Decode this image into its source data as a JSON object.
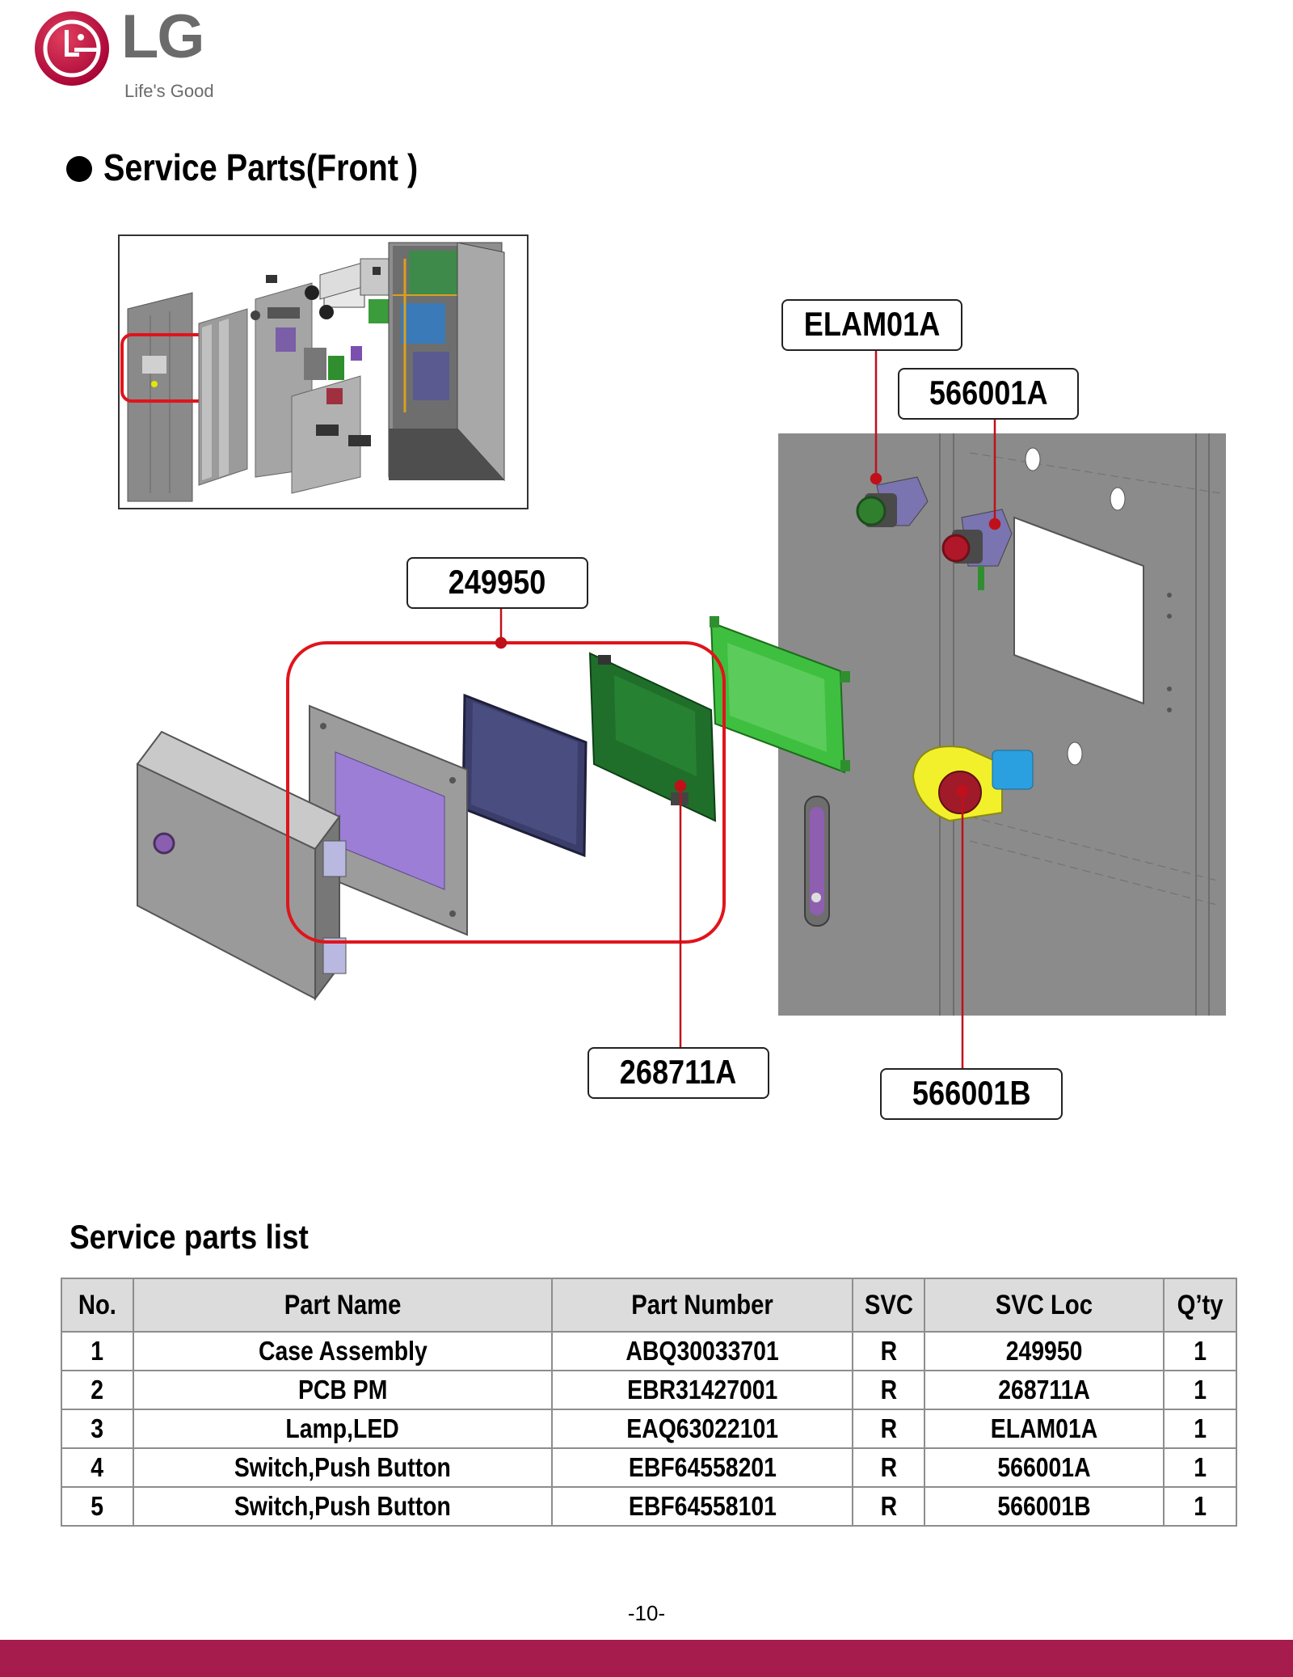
{
  "brand": {
    "name": "LG",
    "tagline": "Life's Good",
    "accent_color": "#a50034",
    "logo_icon": "lg-face-logo-icon"
  },
  "heading": {
    "title": "Service Parts(Front )"
  },
  "diagram": {
    "callouts": {
      "elam01a": "ELAM01A",
      "c566001a": "566001A",
      "c249950": "249950",
      "c268711a": "268711A",
      "c566001b": "566001B"
    },
    "highlight_color": "#e0141c"
  },
  "parts_list": {
    "title": "Service parts list",
    "columns": [
      "No.",
      "Part Name",
      "Part Number",
      "SVC",
      "SVC Loc",
      "Q’ty"
    ],
    "rows": [
      [
        "1",
        "Case Assembly",
        "ABQ30033701",
        "R",
        "249950",
        "1"
      ],
      [
        "2",
        "PCB PM",
        "EBR31427001",
        "R",
        "268711A",
        "1"
      ],
      [
        "3",
        "Lamp,LED",
        "EAQ63022101",
        "R",
        "ELAM01A",
        "1"
      ],
      [
        "4",
        "Switch,Push Button",
        "EBF64558201",
        "R",
        "566001A",
        "1"
      ],
      [
        "5",
        "Switch,Push Button",
        "EBF64558101",
        "R",
        "566001B",
        "1"
      ]
    ]
  },
  "page_number": "-10-",
  "footer_color": "#a51c4d"
}
